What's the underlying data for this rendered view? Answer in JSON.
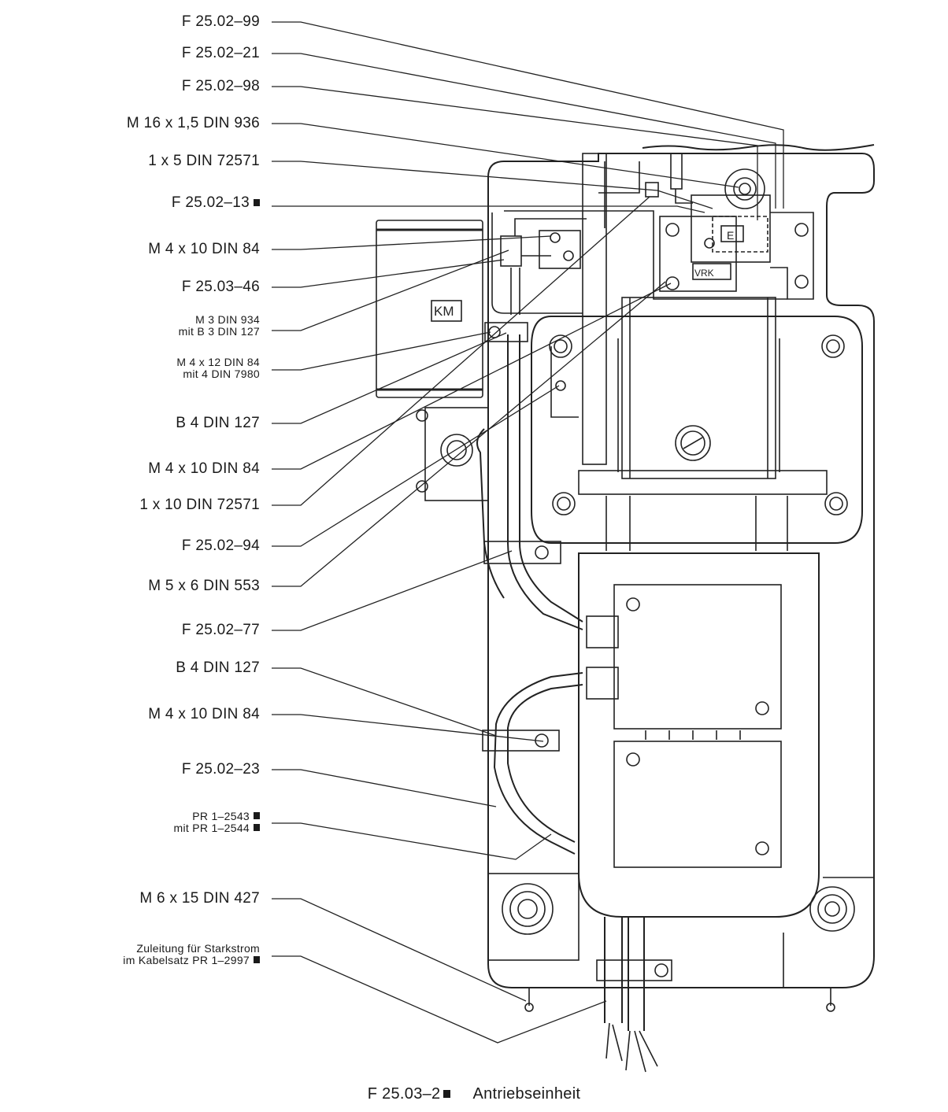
{
  "labels": {
    "l1": "F 25.02–99",
    "l2": "F 25.02–21",
    "l3": "F 25.02–98",
    "l4": "M 16 x 1,5 DIN 936",
    "l5": "1 x 5 DIN 72571",
    "l6": "F 25.02–13",
    "l7": "M 4 x 10 DIN 84",
    "l8": "F 25.03–46",
    "l9a": "M 3 DIN 934",
    "l9b": "mit B 3 DIN 127",
    "l10a": "M 4 x 12 DIN 84",
    "l10b": "mit 4 DIN 7980",
    "l11": "B 4 DIN 127",
    "l12": "M 4 x 10 DIN 84",
    "l13": "1 x 10 DIN 72571",
    "l14": "F 25.02–94",
    "l15": "M 5 x 6 DIN 553",
    "l16": "F 25.02–77",
    "l17": "B 4 DIN 127",
    "l18": "M 4 x 10 DIN 84",
    "l19": "F 25.02–23",
    "l20a": "PR 1–2543",
    "l20b": "mit PR 1–2544",
    "l21": "M 6 x 15 DIN 427",
    "l22a": "Zuleitung für Starkstrom",
    "l22b": "im Kabelsatz PR 1–2997"
  },
  "drawing": {
    "km": "KM",
    "e": "E",
    "vrk": "VRK"
  },
  "caption": {
    "code": "F 25.03–2",
    "title": "Antriebseinheit"
  }
}
